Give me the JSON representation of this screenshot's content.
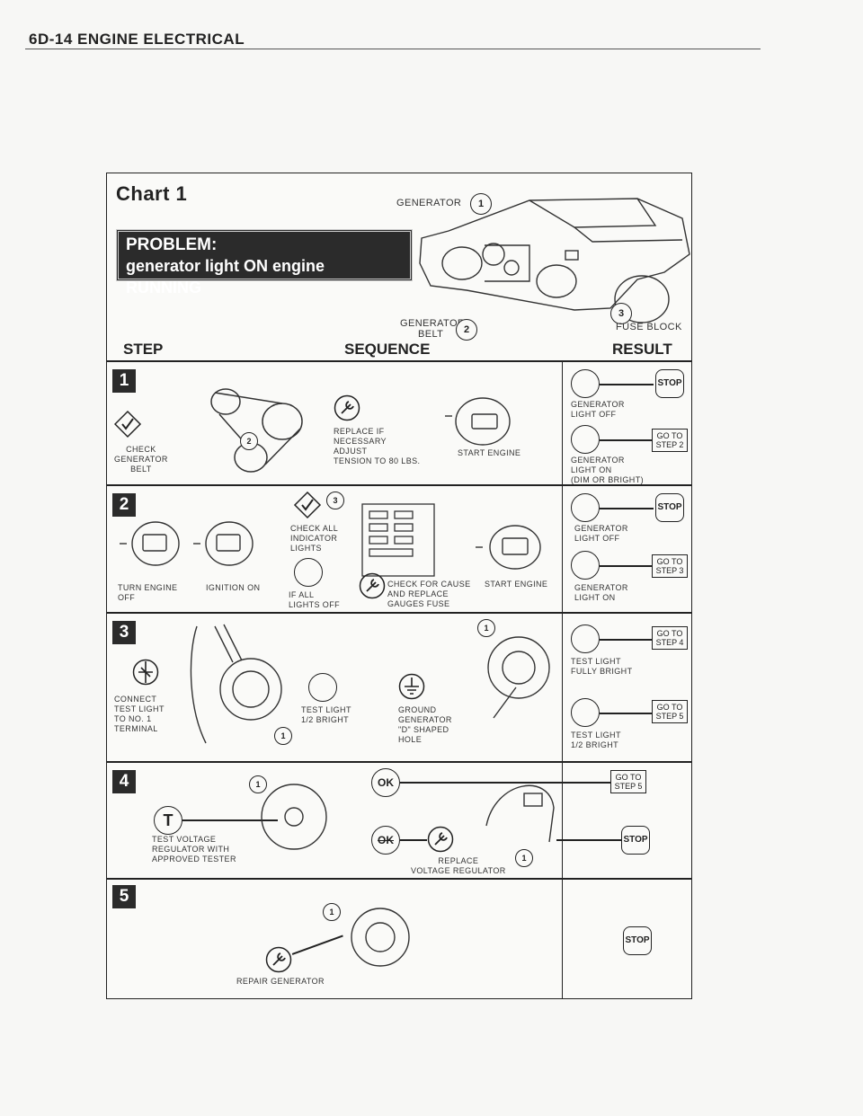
{
  "page": {
    "header": "6D-14  ENGINE ELECTRICAL"
  },
  "chart": {
    "title": "Chart 1",
    "problem_line1": "PROBLEM:",
    "problem_line2": "generator light ON engine RUNNING",
    "callouts": {
      "generator": "GENERATOR",
      "generator_belt_1": "GENERATOR",
      "generator_belt_2": "BELT",
      "fuse_block": "FUSE BLOCK",
      "n1": "1",
      "n2": "2",
      "n3": "3"
    },
    "columns": {
      "step": "STEP",
      "sequence": "SEQUENCE",
      "result": "RESULT"
    }
  },
  "steps": [
    {
      "num": "1",
      "texts": {
        "check": "CHECK\nGENERATOR\nBELT",
        "replace": "REPLACE IF\nNECESSARY\nADJUST\nTENSION TO 80 LBS.",
        "start": "START ENGINE"
      },
      "results": {
        "r1": "GENERATOR\nLIGHT OFF",
        "r2": "GENERATOR\nLIGHT ON\n(DIM OR BRIGHT)",
        "stop": "STOP",
        "goto": "GO TO\nSTEP 2"
      }
    },
    {
      "num": "2",
      "texts": {
        "turn": "TURN ENGINE\nOFF",
        "ign": "IGNITION ON",
        "checkall": "CHECK ALL\nINDICATOR\nLIGHTS",
        "ifall": "IF ALL\nLIGHTS OFF",
        "cause": "CHECK FOR CAUSE\nAND REPLACE\nGAUGES FUSE",
        "start": "START ENGINE"
      },
      "results": {
        "r1": "GENERATOR\nLIGHT OFF",
        "r2": "GENERATOR\nLIGHT ON",
        "stop": "STOP",
        "goto": "GO TO\nSTEP 3"
      }
    },
    {
      "num": "3",
      "texts": {
        "connect": "CONNECT\nTEST LIGHT\nTO NO. 1\nTERMINAL",
        "half": "TEST LIGHT\n1/2 BRIGHT",
        "ground": "GROUND\nGENERATOR\n\"D\" SHAPED\nHOLE"
      },
      "results": {
        "r1": "TEST LIGHT\nFULLY BRIGHT",
        "r2": "TEST LIGHT\n1/2 BRIGHT",
        "goto1": "GO TO\nSTEP 4",
        "goto2": "GO TO\nSTEP 5"
      }
    },
    {
      "num": "4",
      "texts": {
        "test": "TEST VOLTAGE\nREGULATOR WITH\nAPPROVED TESTER",
        "replace": "REPLACE\nVOLTAGE REGULATOR",
        "ok": "OK",
        "t": "T"
      },
      "results": {
        "goto": "GO TO\nSTEP 5",
        "stop": "STOP"
      }
    },
    {
      "num": "5",
      "texts": {
        "repair": "REPAIR GENERATOR"
      },
      "results": {
        "stop": "STOP"
      }
    }
  ]
}
